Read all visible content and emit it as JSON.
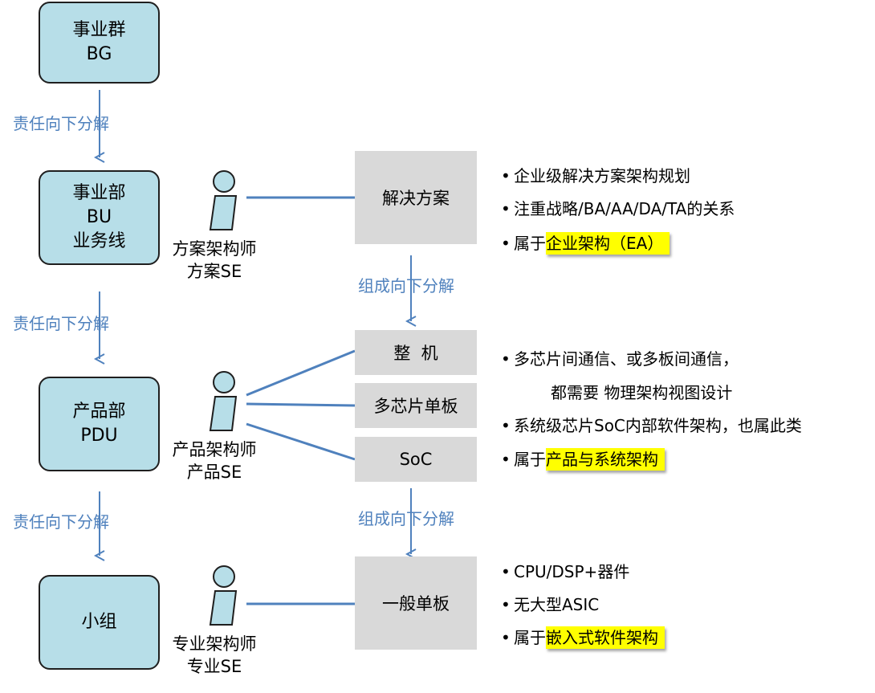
{
  "org_levels": [
    {
      "line1": "事业群",
      "line2": "BG",
      "line3": ""
    },
    {
      "line1": "事业部",
      "line2": "BU",
      "line3": "业务线"
    },
    {
      "line1": "产品部",
      "line2": "PDU",
      "line3": ""
    },
    {
      "line1": "小组",
      "line2": "",
      "line3": ""
    }
  ],
  "arrow_labels": {
    "responsibility": "责任向下分解",
    "composition": "组成向下分解"
  },
  "roles": [
    {
      "line1": "方案架构师",
      "line2": "方案SE"
    },
    {
      "line1": "产品架构师",
      "line2": "产品SE"
    },
    {
      "line1": "专业架构师",
      "line2": "专业SE"
    }
  ],
  "levels": {
    "solution": "解决方案",
    "machine": "整  机",
    "multi_chip": "多芯片单板",
    "soc": "SoC",
    "single_board": "一般单板"
  },
  "bullet_dot": "•",
  "notes": {
    "solution": {
      "b1": "企业级解决方案架构规划",
      "b2": "注重战略/BA/AA/DA/TA的关系",
      "b3_prefix": "属于",
      "b3_highlight": "企业架构（EA）"
    },
    "product": {
      "b1": "多芯片间通信、或多板间通信，",
      "b1_cont": "都需要 物理架构视图设计",
      "b2": "系统级芯片SoC内部软件架构，也属此类",
      "b3_prefix": "属于",
      "b3_highlight": "产品与系统架构"
    },
    "embedded": {
      "b1": "CPU/DSP+器件",
      "b2": "无大型ASIC",
      "b3_prefix": "属于",
      "b3_highlight": "嵌入式软件架构"
    }
  },
  "colors": {
    "org_box_fill": "#b7dee8",
    "level_box_fill": "#d9d9d9",
    "connector": "#4f81bd",
    "figure_fill": "#b7dee8",
    "highlight": "#ffff00"
  },
  "icons": [
    "person-icon"
  ]
}
